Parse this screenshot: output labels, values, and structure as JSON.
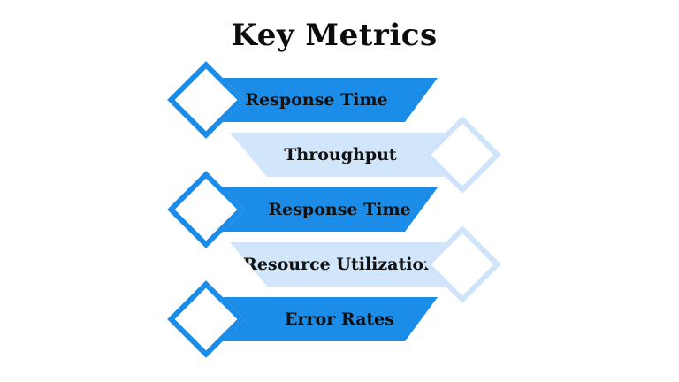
{
  "title": "Key Metrics",
  "rows": [
    {
      "label": "Response Time",
      "variant": "dark",
      "diamond_side": "left"
    },
    {
      "label": "Throughput",
      "variant": "light",
      "diamond_side": "right"
    },
    {
      "label": "Response Time",
      "variant": "dark",
      "diamond_side": "left"
    },
    {
      "label": "Resource Utilization",
      "variant": "light",
      "diamond_side": "right"
    },
    {
      "label": "Error Rates",
      "variant": "dark",
      "diamond_side": "left"
    }
  ],
  "colors": {
    "accent_blue": "#1b8ce8",
    "light_blue": "#d2e6fb",
    "light_blue_border": "#cfe3fa",
    "text": "#111111",
    "background": "#ffffff"
  }
}
